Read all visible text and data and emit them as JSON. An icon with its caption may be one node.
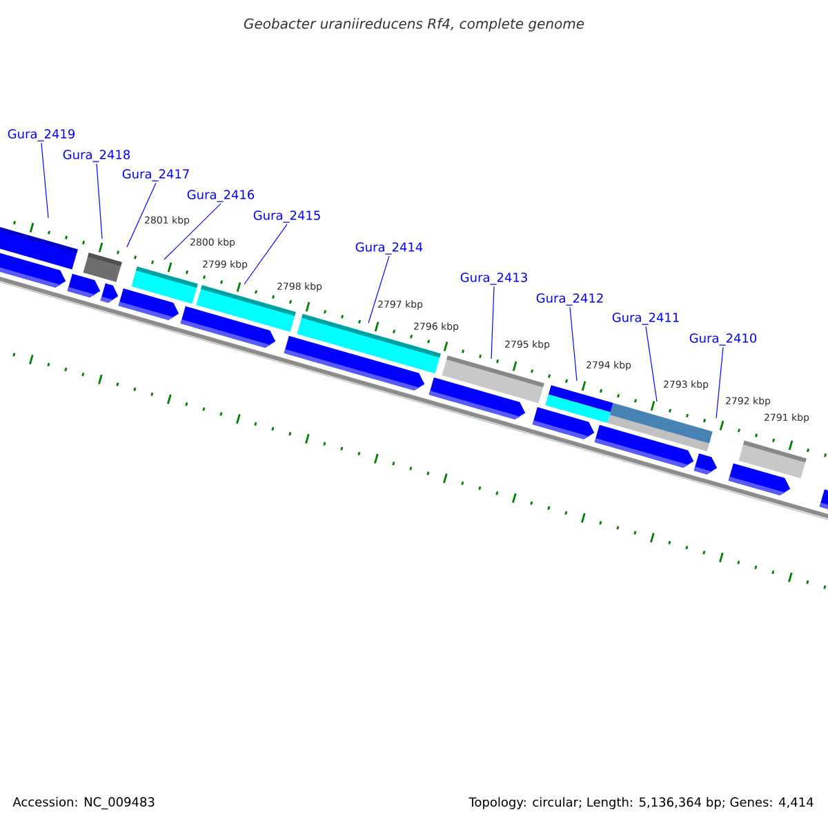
{
  "diagram": {
    "title": "Geobacter uraniireducens Rf4, complete genome",
    "nodes": [
      {
        "text": [
          "Gura_2419"
        ]
      },
      {
        "text": [
          "Gura_2418"
        ]
      },
      {
        "text": [
          "Gura_2417"
        ]
      },
      {
        "text": [
          "Gura_2416"
        ]
      },
      {
        "text": [
          "Gura_2415"
        ]
      },
      {
        "text": [
          "Gura_2414"
        ]
      },
      {
        "text": [
          "Gura_2413"
        ]
      },
      {
        "text": [
          "Gura_2412"
        ]
      },
      {
        "text": [
          "Gura_2411"
        ]
      },
      {
        "text": [
          "Gura_2410"
        ]
      }
    ],
    "edges": [
      {
        "from": 0,
        "to": null,
        "arrow": "none"
      },
      {
        "from": 1,
        "to": null,
        "arrow": "none"
      },
      {
        "from": 2,
        "to": null,
        "arrow": "none"
      },
      {
        "from": 3,
        "to": null,
        "arrow": "none"
      },
      {
        "from": 4,
        "to": null,
        "arrow": "none"
      },
      {
        "from": 5,
        "to": null,
        "arrow": "none"
      },
      {
        "from": 6,
        "to": null,
        "arrow": "none"
      },
      {
        "from": 7,
        "to": null,
        "arrow": "none"
      },
      {
        "from": 8,
        "to": null,
        "arrow": "none"
      },
      {
        "from": 9,
        "to": null,
        "arrow": "none"
      }
    ],
    "labels": [
      "2801 kbp",
      "2800 kbp",
      "2799 kbp",
      "2798 kbp",
      "2797 kbp",
      "2796 kbp",
      "2795 kbp",
      "2794 kbp",
      "2793 kbp",
      "2792 kbp",
      "2791 kbp",
      "Accession: NC_009483",
      "Topology: circular; Length: 5,136,364 bp; Genes: 4,414"
    ]
  }
}
